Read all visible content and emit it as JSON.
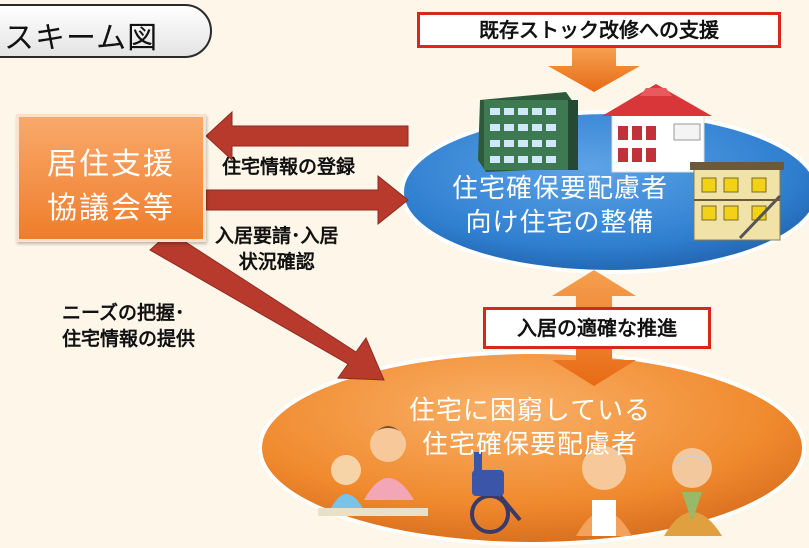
{
  "title_tab": "スキーム図",
  "top_label": "既存ストック改修への支援",
  "council": {
    "line1": "居住支援",
    "line2": "協議会等"
  },
  "arrow_register": "住宅情報の登録",
  "arrow_request": {
    "line1": "入居要請･入居",
    "line2": "状況確認"
  },
  "arrow_needs": {
    "line1": "ニーズの把握･",
    "line2": "住宅情報の提供"
  },
  "housing_ellipse": {
    "line1": "住宅確保要配慮者",
    "line2": "向け住宅の整備"
  },
  "mid_label": "入居の適確な推進",
  "people_ellipse": {
    "line1": "住宅に困窮している",
    "line2": "住宅確保要配慮者"
  },
  "colors": {
    "arrow_red": "#b73a2c",
    "arrow_orange": "#f07c26",
    "council_orange": "#ef7d2c",
    "ellipse_blue": "#2f7fd0",
    "ellipse_orange": "#f08a2e",
    "label_border": "#d8281c",
    "background": "#fdf6e9"
  },
  "icons": [
    "building-icon",
    "house-icon",
    "apartment-icon",
    "mother-child-icon",
    "wheelchair-icon",
    "worried-woman-icon",
    "elderly-man-icon"
  ]
}
